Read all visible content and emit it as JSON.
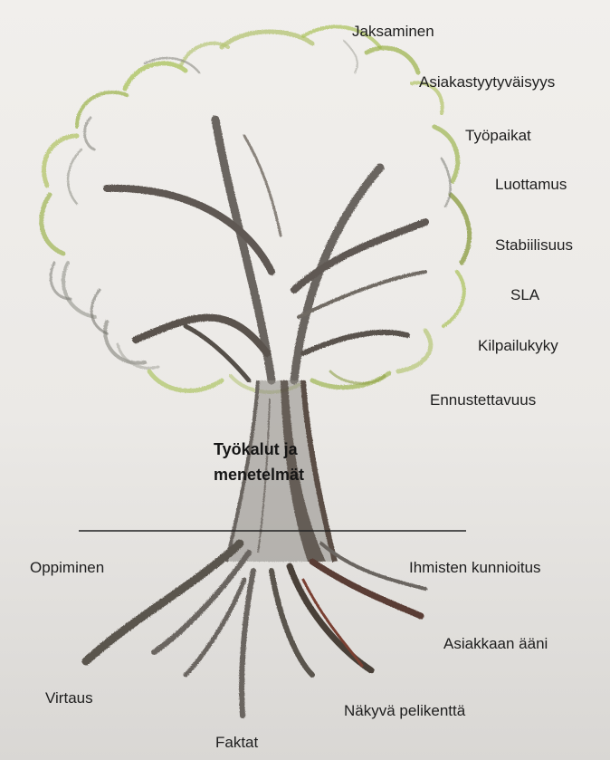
{
  "center_label": {
    "line1": "Työkalut ja",
    "line2": "menetelmät"
  },
  "crown_values": [
    "Jaksaminen",
    "Asiakastyytyväisyys",
    "Työpaikat",
    "Luottamus",
    "Stabiilisuus",
    "SLA",
    "Kilpailukyky",
    "Ennustettavuus"
  ],
  "root_values": {
    "left": [
      "Oppiminen",
      "Virtaus",
      "Faktat"
    ],
    "right": [
      "Ihmisten kunnioitus",
      "Asiakkaan ääni",
      "Näkyvä pelikenttä"
    ]
  },
  "colors": {
    "paper": "#efedea",
    "leaf_green": "#a9c25a",
    "leaf_gray": "#9a9a92",
    "trunk": "#5e5a55",
    "trunk_dark": "#4a4038",
    "ground_line": "#222222"
  }
}
